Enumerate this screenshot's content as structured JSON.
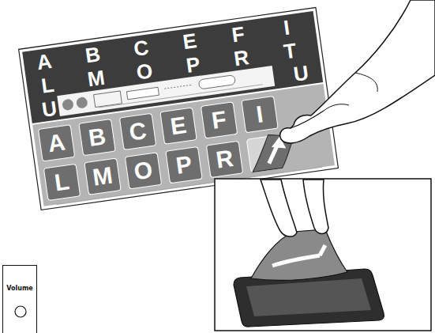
{
  "diagram": {
    "nodes": [
      {
        "text": [
          "A"
        ]
      },
      {
        "text": [
          "B"
        ]
      },
      {
        "text": [
          "C"
        ]
      },
      {
        "text": [
          "E"
        ]
      },
      {
        "text": [
          "F"
        ]
      },
      {
        "text": [
          "I"
        ]
      },
      {
        "text": [
          "L"
        ]
      },
      {
        "text": [
          "M"
        ]
      },
      {
        "text": [
          "O"
        ]
      },
      {
        "text": [
          "P"
        ]
      },
      {
        "text": [
          "R"
        ]
      },
      {
        "text": [
          "Volume"
        ]
      }
    ],
    "labels": [
      "A",
      "B",
      "C",
      "E",
      "F",
      "I",
      "L",
      "M",
      "O",
      "P",
      "R",
      "T",
      "U",
      "U"
    ]
  }
}
